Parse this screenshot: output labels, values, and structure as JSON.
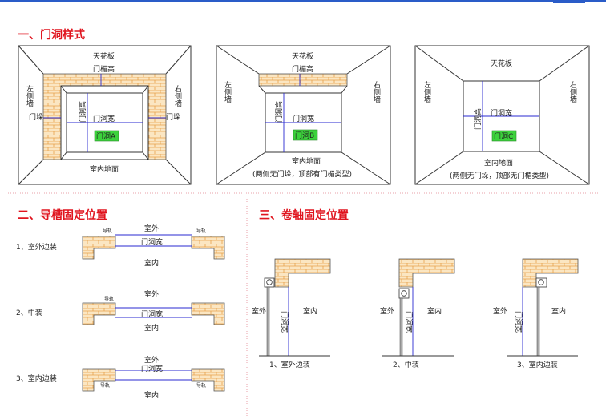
{
  "section1": {
    "title": "一、门洞样式",
    "ceiling": "天花板",
    "lintel_height": "门楣高",
    "left_wall": "左侧墙",
    "right_wall": "右侧墙",
    "jamb": "门垛",
    "opening_height": "门洞高",
    "opening_width": "门洞宽",
    "floor": "室内地面",
    "door_a": "门洞A",
    "door_b": "门洞B",
    "door_c": "门洞C",
    "note_b": "(两侧无门垛，顶部有门楣类型)",
    "note_c": "(两侧无门垛，顶部无门楣类型)"
  },
  "section2": {
    "title": "二、导槽固定位置",
    "outdoor": "室外",
    "indoor": "室内",
    "width": "门洞宽",
    "rail": "导轨",
    "rows": [
      "1、室外边装",
      "2、中装",
      "3、室内边装"
    ]
  },
  "section3": {
    "title": "三、卷轴固定位置",
    "outdoor": "室外",
    "indoor": "室内",
    "width": "门洞宽",
    "captions": [
      "1、室外边装",
      "2、中装",
      "3、室内边装"
    ]
  },
  "colors": {
    "title": "#e0141e",
    "dimension": "#2a2ad0",
    "label_green": "#3cd23c",
    "brick": "#fbe6c2"
  }
}
